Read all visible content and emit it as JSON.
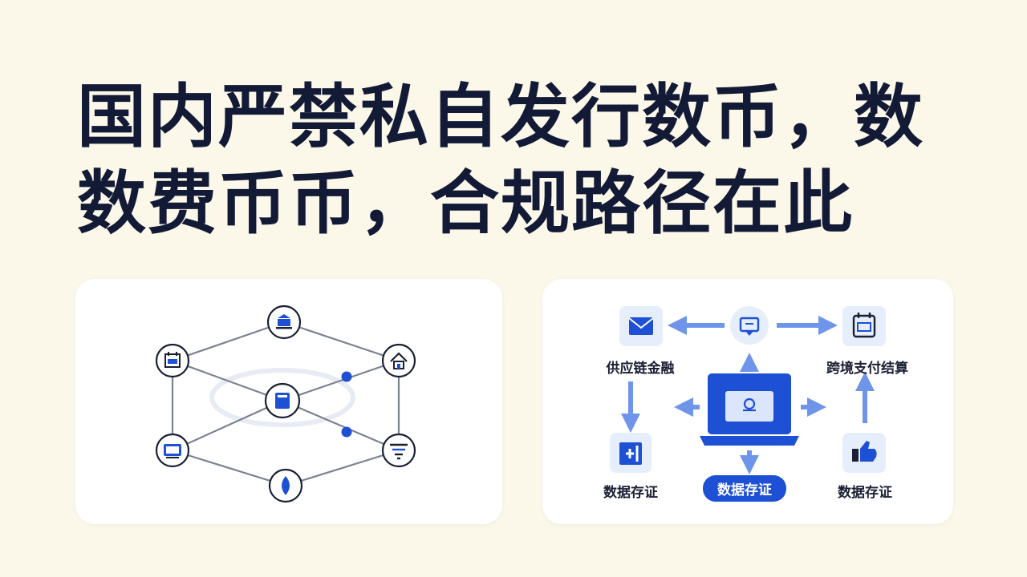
{
  "headline": {
    "line1": "国内严禁私自发行数币，数",
    "line2": "数费币币，合规路径在此"
  },
  "network_diagram": {
    "nodes": [
      {
        "id": "top",
        "icon": "bank-icon"
      },
      {
        "id": "left-upper",
        "icon": "calendar-icon"
      },
      {
        "id": "right-upper",
        "icon": "house-icon"
      },
      {
        "id": "center",
        "icon": "document-icon"
      },
      {
        "id": "left-lower",
        "icon": "screen-icon"
      },
      {
        "id": "right-lower",
        "icon": "filter-icon"
      },
      {
        "id": "bottom",
        "icon": "coin-icon"
      }
    ],
    "accent_color": "#1d50d4",
    "line_color": "#7b8290"
  },
  "flow_diagram": {
    "labels": {
      "supply_chain": "供应链金融",
      "cross_border": "跨境支付结算",
      "left_bottom": "数据存证",
      "center_bottom": "数据存证",
      "right_bottom": "数据存证"
    },
    "icons": [
      "mail-icon",
      "chat-icon",
      "calendar-icon",
      "plus-icon",
      "thumb-icon",
      "laptop-icon"
    ],
    "accent_color": "#1d50d4",
    "tile_color": "#e6eefc"
  }
}
